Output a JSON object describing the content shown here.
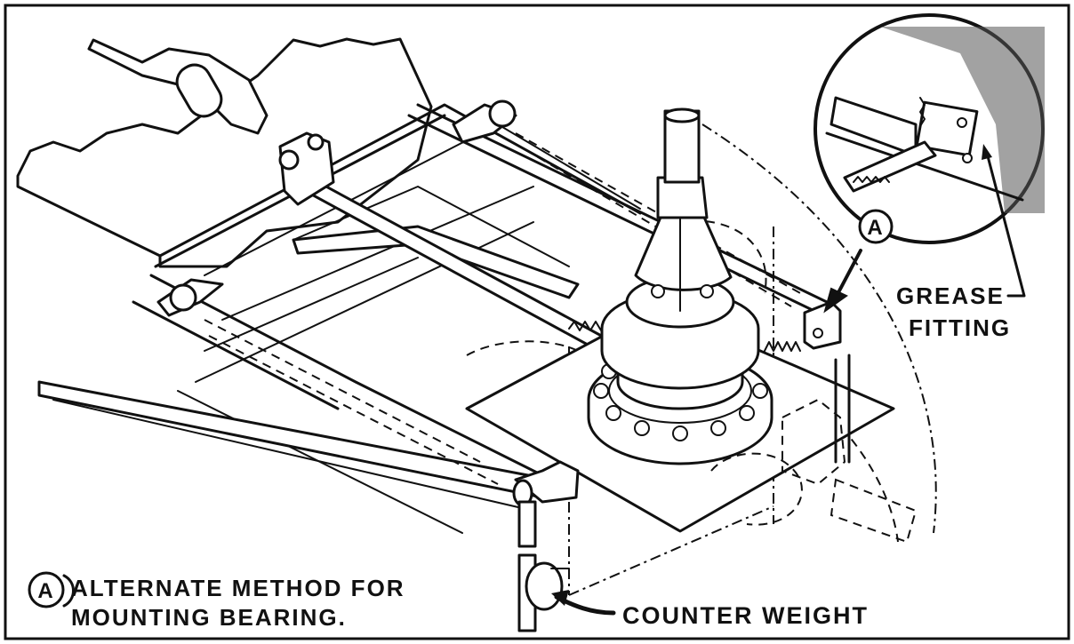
{
  "callout": {
    "letter": "A",
    "grease_fitting_line1": "GREASE",
    "grease_fitting_line2": "FITTING"
  },
  "caption": {
    "letter": "A",
    "line1": "ALTERNATE METHOD FOR",
    "line2": "MOUNTING BEARING."
  },
  "counter_weight_label": "COUNTER WEIGHT"
}
